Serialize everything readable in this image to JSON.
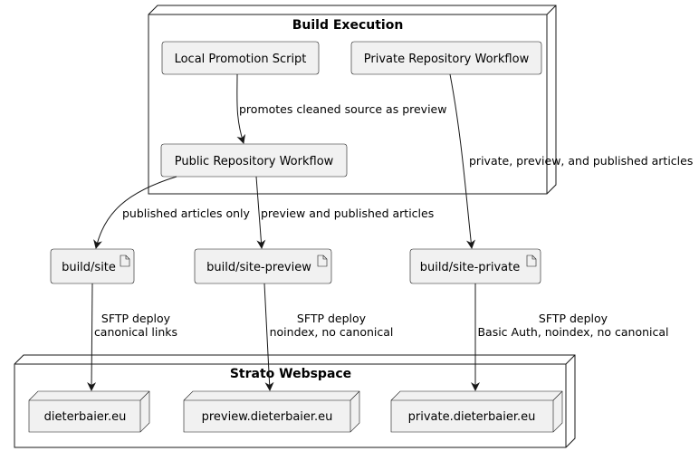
{
  "groups": {
    "build": {
      "title": "Build Execution"
    },
    "hosting": {
      "title": "Strato Webspace"
    }
  },
  "nodes": {
    "local_promotion": {
      "label": "Local Promotion Script"
    },
    "private_workflow": {
      "label": "Private Repository Workflow"
    },
    "public_workflow": {
      "label": "Public Repository Workflow"
    },
    "build_site": {
      "label": "build/site"
    },
    "build_site_preview": {
      "label": "build/site-preview"
    },
    "build_site_private": {
      "label": "build/site-private"
    },
    "host_main": {
      "label": "dieterbaier.eu"
    },
    "host_preview": {
      "label": "preview.dieterbaier.eu"
    },
    "host_private": {
      "label": "private.dieterbaier.eu"
    }
  },
  "edges": {
    "promote": {
      "label": "promotes cleaned source as preview"
    },
    "private_build": {
      "label": "private, preview, and published articles"
    },
    "published_only": {
      "label": "published articles only"
    },
    "preview_published": {
      "label": "preview and published articles"
    },
    "deploy_main": {
      "line1": "SFTP deploy",
      "line2": "canonical links"
    },
    "deploy_preview": {
      "line1": "SFTP deploy",
      "line2": "noindex, no canonical"
    },
    "deploy_private": {
      "line1": "SFTP deploy",
      "line2": "Basic Auth, noindex, no canonical"
    }
  },
  "colors": {
    "node_fill": "#f1f1f1",
    "node_stroke": "#181818",
    "group_fill": "#ffffff",
    "line": "#181818"
  }
}
